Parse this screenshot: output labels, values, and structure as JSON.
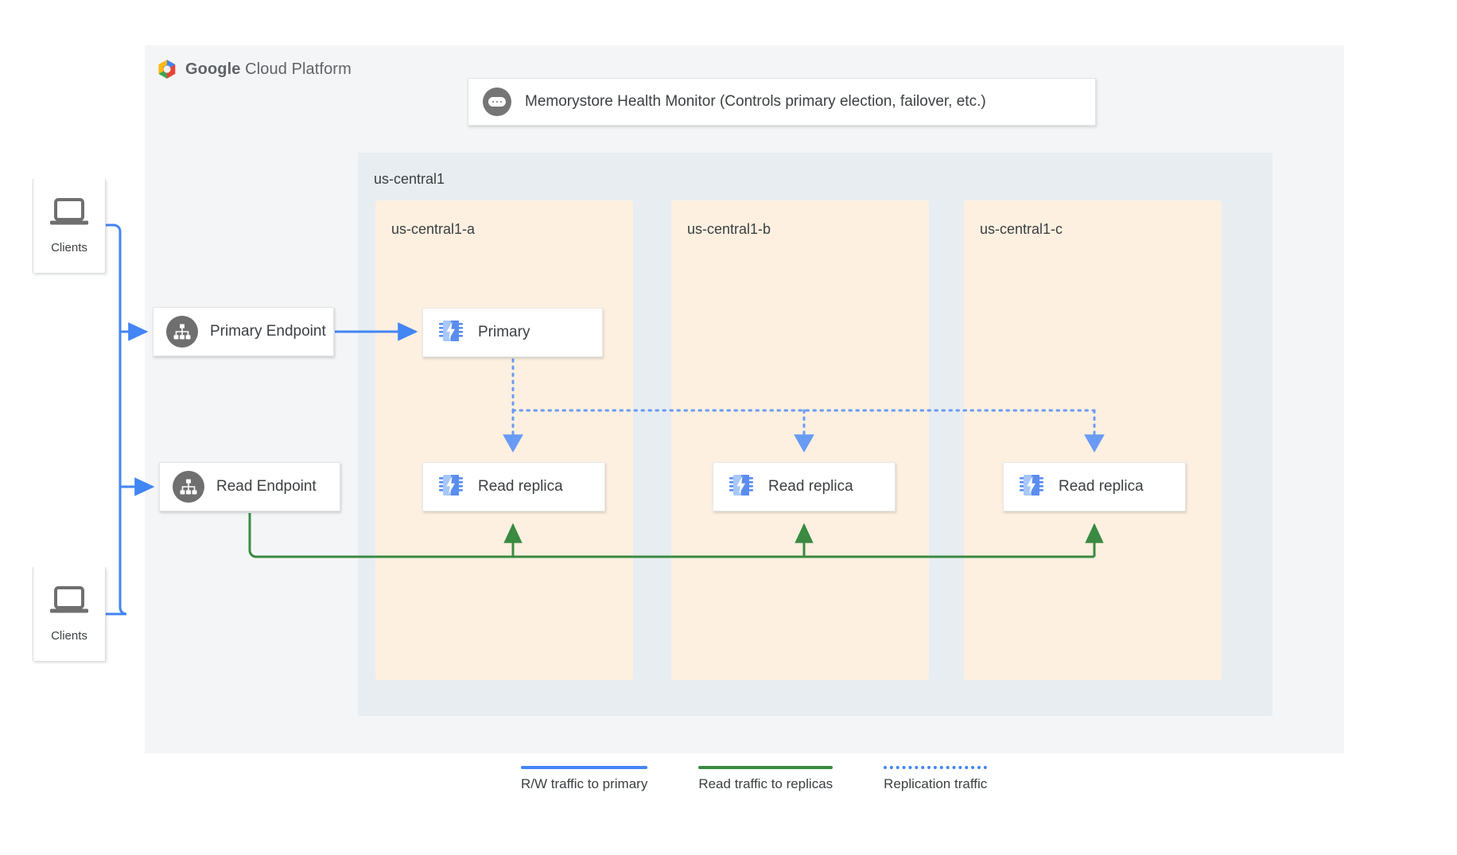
{
  "brand": {
    "logo_icon": "google-cloud-hexagon-icon",
    "name_bold": "Google",
    "name_rest": " Cloud Platform"
  },
  "monitor": {
    "icon": "three-dots-icon",
    "label": "Memorystore Health Monitor (Controls primary election, failover, etc.)"
  },
  "region": {
    "label": "us-central1",
    "zones": [
      {
        "label": "us-central1-a"
      },
      {
        "label": "us-central1-b"
      },
      {
        "label": "us-central1-c"
      }
    ]
  },
  "endpoints": [
    {
      "label": "Primary Endpoint",
      "icon": "hierarchy-icon"
    },
    {
      "label": "Read Endpoint",
      "icon": "hierarchy-icon"
    }
  ],
  "nodes": [
    {
      "label": "Primary",
      "icon": "memorystore-chip-icon",
      "zone": "us-central1-a"
    },
    {
      "label": "Read replica",
      "icon": "memorystore-chip-icon",
      "zone": "us-central1-a"
    },
    {
      "label": "Read replica",
      "icon": "memorystore-chip-icon",
      "zone": "us-central1-b"
    },
    {
      "label": "Read replica",
      "icon": "memorystore-chip-icon",
      "zone": "us-central1-c"
    }
  ],
  "clients": [
    {
      "label": "Clients",
      "icon": "laptop-icon"
    },
    {
      "label": "Clients",
      "icon": "laptop-icon"
    }
  ],
  "legend": [
    {
      "label": "R/W traffic to primary",
      "color": "#4285f4",
      "style": "solid"
    },
    {
      "label": "Read traffic to replicas",
      "color": "#3a8a41",
      "style": "solid"
    },
    {
      "label": "Replication traffic",
      "color": "#4285f4",
      "style": "dotted"
    }
  ],
  "colors": {
    "canvas_bg": "#f4f5f6",
    "region_bg": "#e8edf1",
    "zone_bg": "#fdf0e0",
    "rw_blue": "#4285f4",
    "read_green": "#3a8a41",
    "replication_blue": "#4285f4",
    "chip_light": "#a8c7fa",
    "chip_dark": "#5b8def",
    "badge_grey": "#6f6f6f"
  }
}
